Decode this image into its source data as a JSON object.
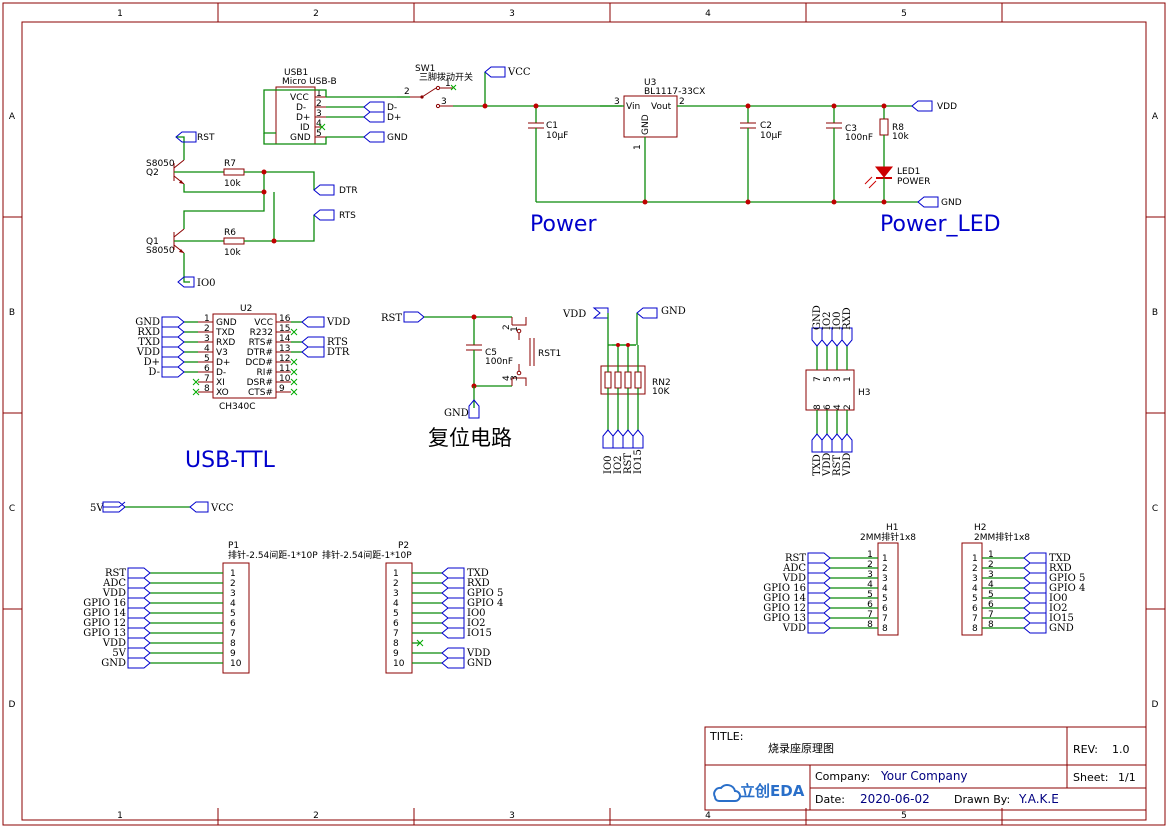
{
  "frame": {
    "cols": [
      "1",
      "2",
      "3",
      "4",
      "5"
    ],
    "rows": [
      "A",
      "B",
      "C",
      "D"
    ]
  },
  "title_block": {
    "title_label": "TITLE:",
    "title": "烧录座原理图",
    "rev_label": "REV:",
    "rev": "1.0",
    "company_label": "Company:",
    "company": "Your Company",
    "sheet_label": "Sheet:",
    "sheet": "1/1",
    "date_label": "Date:",
    "date": "2020-06-02",
    "drawn_label": "Drawn By:",
    "drawn": "Y.A.K.E",
    "logo": "立创EDA"
  },
  "sections": {
    "power": "Power",
    "power_led": "Power_LED",
    "usb_ttl": "USB-TTL",
    "reset": "复位电路"
  },
  "usb": {
    "ref": "USB1",
    "name": "Micro USB-B",
    "pins": [
      "VCC",
      "D-",
      "D+",
      "ID",
      "GND"
    ],
    "nums": [
      "1",
      "2",
      "3",
      "4",
      "5"
    ]
  },
  "sw1": {
    "ref": "SW1",
    "name": "三脚拨动开关",
    "p1": "1",
    "p2": "2",
    "p3": "3"
  },
  "u3": {
    "ref": "U3",
    "name": "BL1117-33CX",
    "vin": "Vin",
    "vout": "Vout",
    "gnd": "GND",
    "n3": "3",
    "n2": "2",
    "n1": "1"
  },
  "caps": {
    "c1": {
      "ref": "C1",
      "val": "10μF"
    },
    "c2": {
      "ref": "C2",
      "val": "10μF"
    },
    "c3": {
      "ref": "C3",
      "val": "100nF"
    },
    "c5": {
      "ref": "C5",
      "val": "100nF"
    }
  },
  "r8": {
    "ref": "R8",
    "val": "10k"
  },
  "led1": {
    "ref": "LED1",
    "val": "POWER"
  },
  "q2": {
    "ref": "Q2",
    "type": "S8050"
  },
  "q1": {
    "ref": "Q1",
    "type": "S8050"
  },
  "r7": {
    "ref": "R7",
    "val": "10k"
  },
  "r6": {
    "ref": "R6",
    "val": "10k"
  },
  "rst1": {
    "ref": "RST1",
    "n1": "1",
    "n2": "2",
    "n3": "3",
    "n4": "4"
  },
  "rn2": {
    "ref": "RN2",
    "val": "10K"
  },
  "h3": {
    "ref": "H3",
    "top": [
      "7",
      "5",
      "3",
      "1"
    ],
    "bot": [
      "8",
      "6",
      "4",
      "2"
    ]
  },
  "u2": {
    "ref": "U2",
    "name": "CH340C",
    "left": [
      [
        "1",
        "GND"
      ],
      [
        "2",
        "TXD"
      ],
      [
        "3",
        "RXD"
      ],
      [
        "4",
        "V3"
      ],
      [
        "5",
        "D+"
      ],
      [
        "6",
        "D-"
      ],
      [
        "7",
        "XI"
      ],
      [
        "8",
        "XO"
      ]
    ],
    "right": [
      [
        "16",
        "VCC"
      ],
      [
        "15",
        "R232"
      ],
      [
        "14",
        "RTS#"
      ],
      [
        "13",
        "DTR#"
      ],
      [
        "12",
        "DCD#"
      ],
      [
        "11",
        "RI#"
      ],
      [
        "10",
        "DSR#"
      ],
      [
        "9",
        "CTS#"
      ]
    ]
  },
  "nets": {
    "vcc": "VCC",
    "vdd": "VDD",
    "gnd": "GND",
    "dm": "D-",
    "dp": "D+",
    "rst": "RST",
    "dtr": "DTR",
    "rts": "RTS",
    "io0": "IO0",
    "v5": "5V",
    "txd": "TXD",
    "rxd": "RXD",
    "io2": "IO2",
    "io15": "IO15",
    "u2l": [
      "GND",
      "RXD",
      "TXD",
      "VDD",
      "D+",
      "D-"
    ],
    "u2r_vdd": "VDD",
    "u2r_rts": "RTS",
    "u2r_dtr": "DTR",
    "rn2_bot": [
      "IO0",
      "IO2",
      "RST",
      "IO15"
    ],
    "h3_top": [
      "GND",
      "IO2",
      "IO0",
      "RXD"
    ],
    "h3_bot": [
      "TXD",
      "VDD",
      "RST",
      "VDD"
    ]
  },
  "p1": {
    "ref": "P1",
    "name": "排针-2.54间距-1*10P",
    "nets": [
      "RST",
      "ADC",
      "VDD",
      "GPIO 16",
      "GPIO 14",
      "GPIO 12",
      "GPIO 13",
      "VDD",
      "5V",
      "GND"
    ],
    "pins": [
      "1",
      "2",
      "3",
      "4",
      "5",
      "6",
      "7",
      "8",
      "9",
      "10"
    ]
  },
  "p2": {
    "ref": "P2",
    "name": "排针-2.54间距-1*10P",
    "nets": [
      "TXD",
      "RXD",
      "GPIO 5",
      "GPIO 4",
      "IO0",
      "IO2",
      "IO15",
      "",
      "VDD",
      "GND"
    ],
    "pins": [
      "1",
      "2",
      "3",
      "4",
      "5",
      "6",
      "7",
      "8",
      "9",
      "10"
    ]
  },
  "h1": {
    "ref": "H1",
    "name": "2MM排针1x8",
    "nets": [
      "RST",
      "ADC",
      "VDD",
      "GPIO 16",
      "GPIO 14",
      "GPIO 12",
      "GPIO 13",
      "VDD"
    ],
    "pins": [
      "1",
      "2",
      "3",
      "4",
      "5",
      "6",
      "7",
      "8"
    ]
  },
  "h2": {
    "ref": "H2",
    "name": "2MM排针1x8",
    "nets": [
      "TXD",
      "RXD",
      "GPIO 5",
      "GPIO 4",
      "IO0",
      "IO2",
      "IO15",
      "GND"
    ],
    "pins": [
      "1",
      "2",
      "3",
      "4",
      "5",
      "6",
      "7",
      "8"
    ]
  }
}
